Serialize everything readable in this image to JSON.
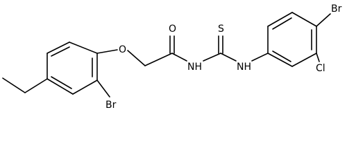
{
  "molecule": {
    "atoms": {
      "o_ether": "O",
      "o_carbonyl": "O",
      "nh_amide": "NH",
      "nh_aryl": "NH",
      "s_thione": "S",
      "br_left": "Br",
      "br_right": "Br",
      "cl": "Cl"
    }
  },
  "colors": {
    "bond": "#000000",
    "label": "#000000",
    "background": "#ffffff"
  }
}
